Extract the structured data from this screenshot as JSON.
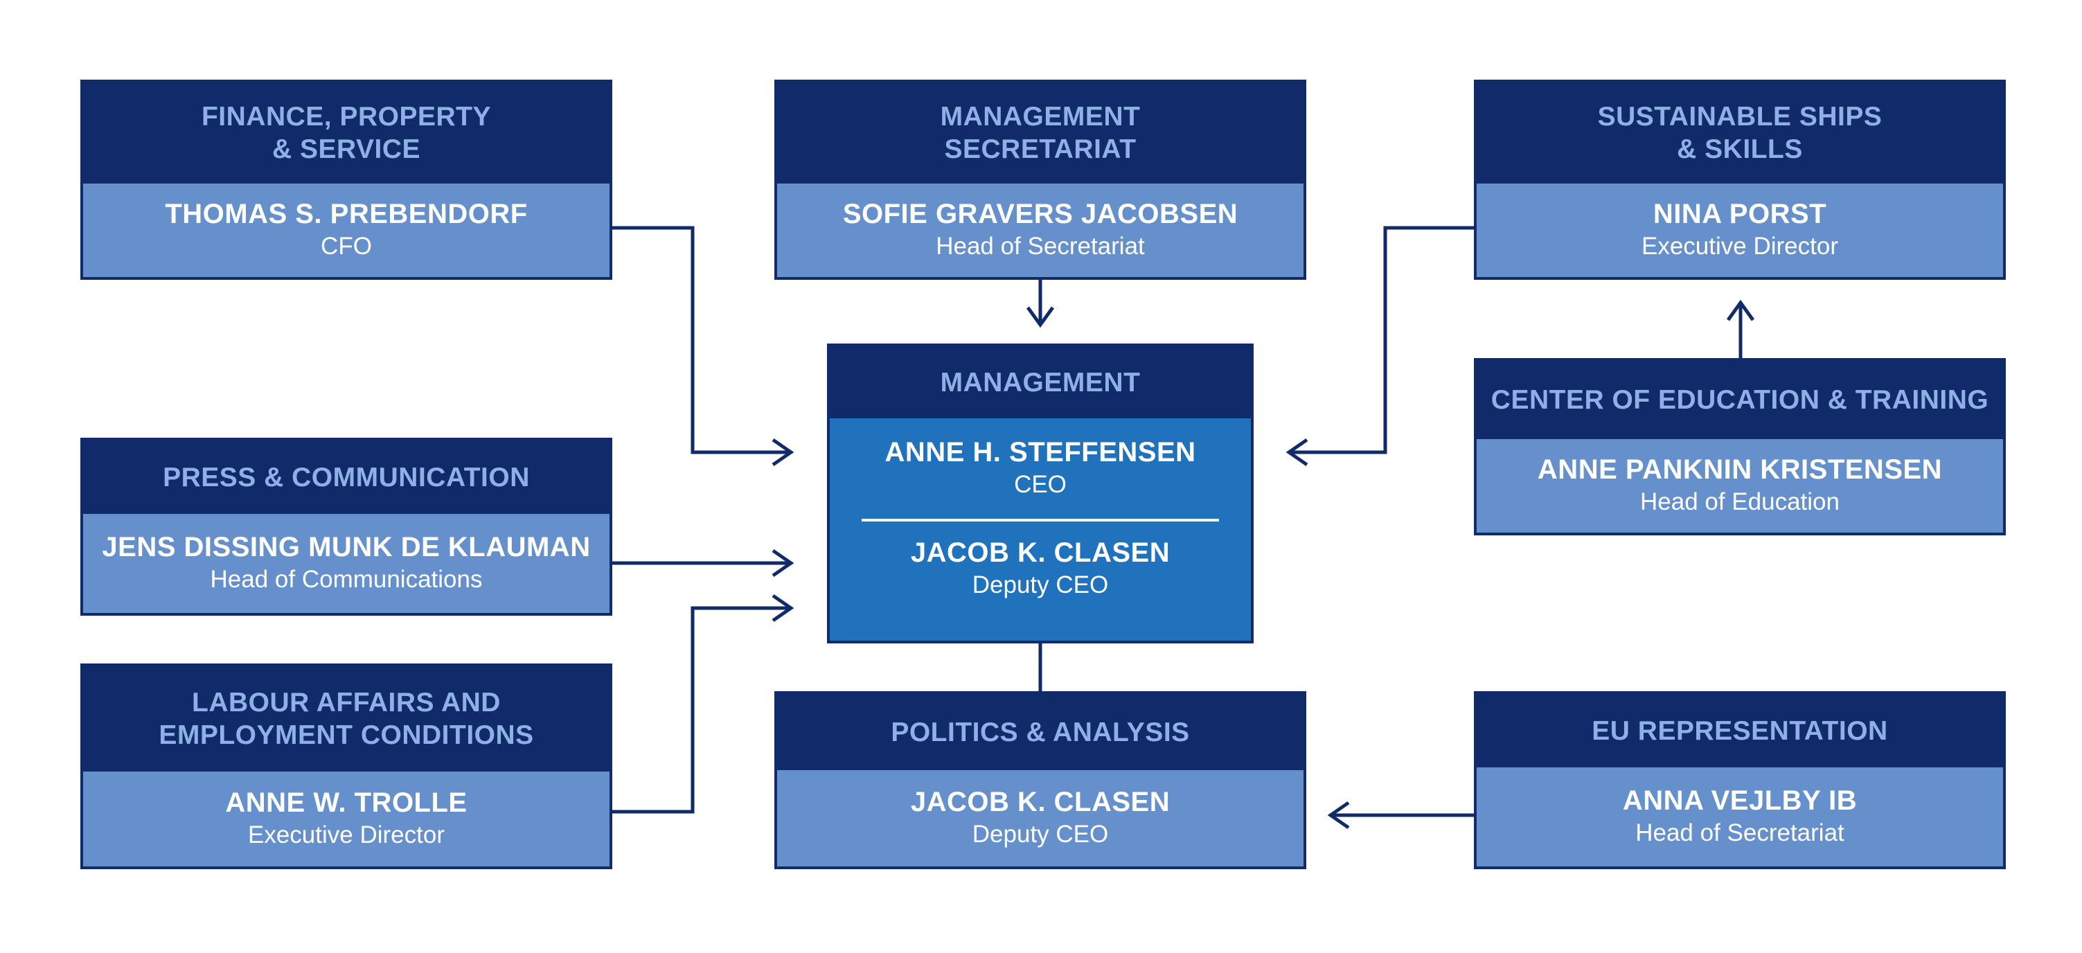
{
  "colors": {
    "header_bg": "#112a69",
    "header_text": "#8fb0e6",
    "body_bg": "#6690cb",
    "management_bg": "#1f72bb",
    "connector": "#112a69"
  },
  "units": {
    "finance": {
      "title_line1": "FINANCE, PROPERTY",
      "title_line2": "& SERVICE",
      "name": "THOMAS S. PREBENDORF",
      "role": "CFO"
    },
    "secretariat": {
      "title_line1": "MANAGEMENT",
      "title_line2": "SECRETARIAT",
      "name": "SOFIE GRAVERS JACOBSEN",
      "role": "Head of Secretariat"
    },
    "ships": {
      "title_line1": "SUSTAINABLE SHIPS",
      "title_line2": "& SKILLS",
      "name": "NINA PORST",
      "role": "Executive Director"
    },
    "management": {
      "title": "MANAGEMENT",
      "ceo_name": "ANNE H. STEFFENSEN",
      "ceo_role": "CEO",
      "deputy_name": "JACOB K. CLASEN",
      "deputy_role": "Deputy CEO"
    },
    "education": {
      "title": "CENTER OF EDUCATION & TRAINING",
      "name": "ANNE PANKNIN KRISTENSEN",
      "role": "Head of Education"
    },
    "press": {
      "title": "PRESS & COMMUNICATION",
      "name": "JENS DISSING MUNK DE KLAUMAN",
      "role": "Head of Communications"
    },
    "labour": {
      "title_line1": "LABOUR AFFAIRS AND",
      "title_line2": "EMPLOYMENT CONDITIONS",
      "name": "ANNE W. TROLLE",
      "role": "Executive Director"
    },
    "politics": {
      "title": "POLITICS & ANALYSIS",
      "name": "JACOB K. CLASEN",
      "role": "Deputy CEO"
    },
    "eu": {
      "title": "EU REPRESENTATION",
      "name": "ANNA VEJLBY IB",
      "role": "Head of Secretariat"
    }
  }
}
